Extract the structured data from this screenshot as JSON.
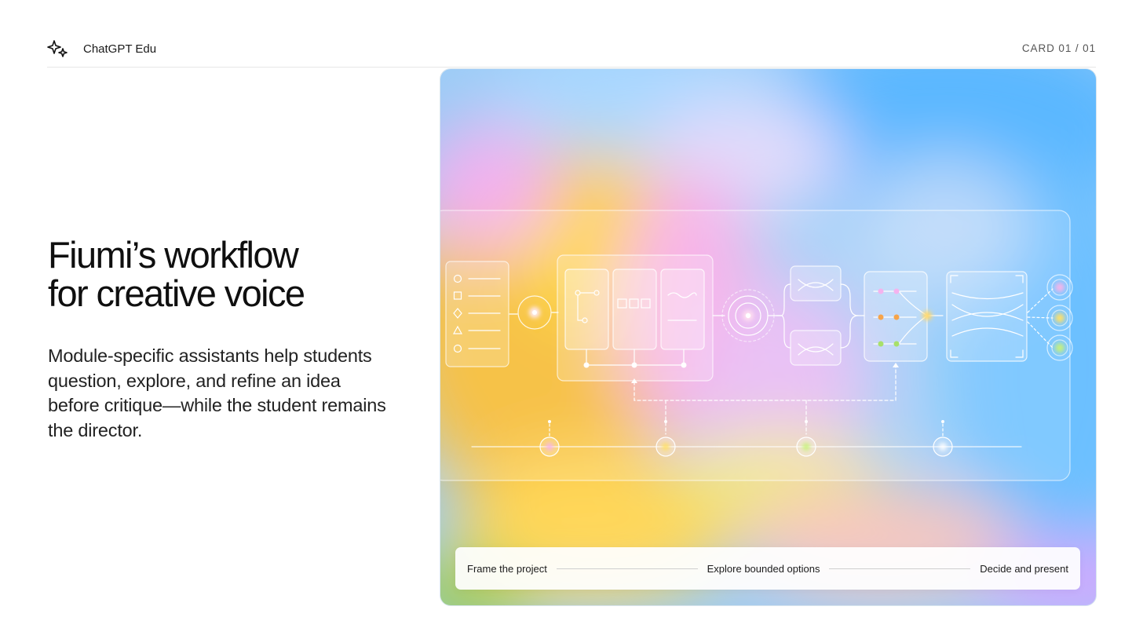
{
  "header": {
    "brand_icon": "sparkle-icon",
    "brand_name": "ChatGPT Edu",
    "card_counter": "CARD 01 / 01"
  },
  "hero": {
    "title_line1": "Fiumi’s workflow",
    "title_line2": "for creative voice",
    "description": "Module-specific assistants help students question, explore, and refine an idea before critique—while the student remains the director."
  },
  "diagram": {
    "icons": [
      "list-panel-icon",
      "node-icon",
      "module-cards-icon",
      "target-icon",
      "wave-icon",
      "branch-icon",
      "output-frame-icon",
      "input-node-icon",
      "timeline-node-icon"
    ],
    "accent_colors": [
      "#ffd21f",
      "#f7a8e6",
      "#5ab7ff",
      "#cfe0ff"
    ]
  },
  "steps": {
    "step1": "Frame the project",
    "step2": "Explore bounded options",
    "step3": "Decide and present"
  }
}
